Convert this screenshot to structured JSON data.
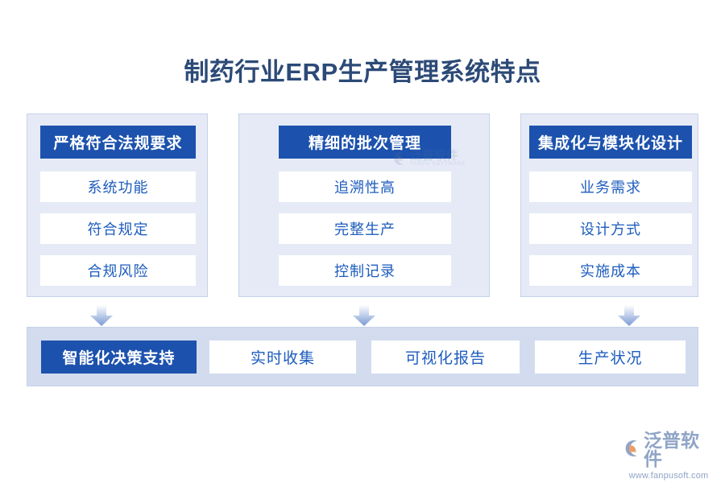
{
  "page": {
    "title": "制药行业ERP生产管理系统特点",
    "background": "#ffffff"
  },
  "colors": {
    "title_text": "#2c4a77",
    "header_blue": "#1c52ad",
    "item_text_blue": "#1d5cbe",
    "panel_bg": "#e5eaf6",
    "bottom_panel_bg": "#d3dcef",
    "panel_border": "#c5d2e8",
    "item_bg": "#ffffff",
    "logo_blue_gray": "#8fa4c6",
    "logo_orange": "#e8a06a"
  },
  "columns": [
    {
      "header": "严格符合法规要求",
      "items": [
        "系统功能",
        "符合规定",
        "合规风险"
      ]
    },
    {
      "header": "精细的批次管理",
      "items": [
        "追溯性高",
        "完整生产",
        "控制记录"
      ]
    },
    {
      "header": "集成化与模块化设计",
      "items": [
        "业务需求",
        "设计方式",
        "实施成本"
      ]
    }
  ],
  "arrows": [
    {
      "name": "down-arrow-1",
      "icon": "arrow-down-icon"
    },
    {
      "name": "down-arrow-2",
      "icon": "arrow-down-icon"
    },
    {
      "name": "down-arrow-3",
      "icon": "arrow-down-icon"
    }
  ],
  "bottom_row": {
    "lead": "智能化决策支持",
    "items": [
      "实时收集",
      "可视化报告",
      "生产状况"
    ]
  },
  "watermark": {
    "text": "泛普软件",
    "subtext": "FANPU SOFTWARE",
    "icon": "fanpu-logo-icon"
  },
  "logo": {
    "text": "泛普软件",
    "url": "www.fanpusoft.com",
    "icon": "fanpu-logo-icon"
  }
}
